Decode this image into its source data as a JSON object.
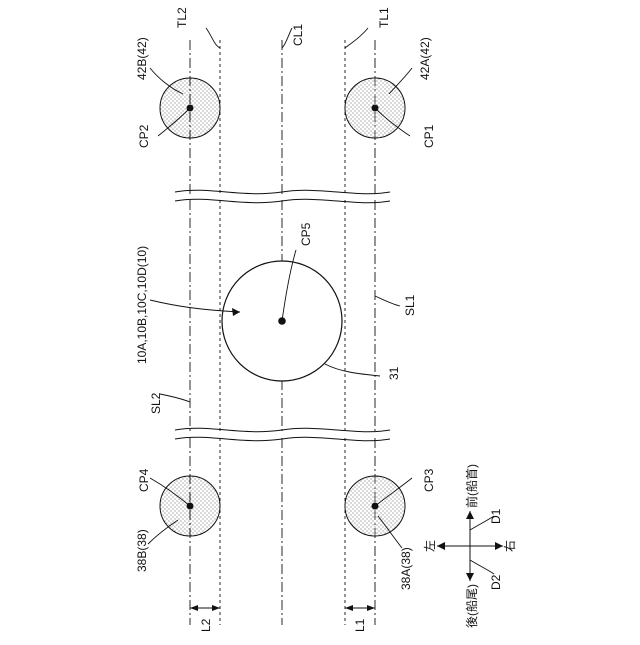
{
  "labels": {
    "tl2": "TL2",
    "cl1": "CL1",
    "tl1": "TL1",
    "pad_tl": "42B(42)",
    "pad_tr": "42A(42)",
    "cp2": "CP2",
    "cp1": "CP1",
    "cp5": "CP5",
    "body_ref": "10A,10B,10C,10D(10)",
    "sl1": "SL1",
    "sl2": "SL2",
    "ref31": "31",
    "cp4": "CP4",
    "cp3": "CP3",
    "pad_bl": "38B(38)",
    "pad_br": "38A(38)",
    "l2": "L2",
    "l1": "L1",
    "dir_front": "前(船首)",
    "dir_back": "後(船尾)",
    "dir_left": "左",
    "dir_right": "右",
    "d1": "D1",
    "d2": "D2"
  },
  "colors": {
    "ink": "#111111",
    "stipple": "#7a7a7a",
    "background": "#ffffff"
  }
}
